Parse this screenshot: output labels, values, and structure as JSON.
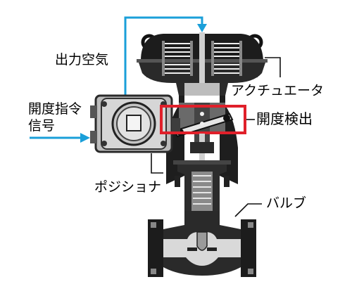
{
  "labels": {
    "output_air": "出力空気",
    "actuator": "アクチュエータ",
    "opening_command_line1": "開度指令",
    "opening_command_line2": "信号",
    "opening_detection": "開度検出",
    "positioner": "ポジショナ",
    "valve": "バルブ"
  },
  "colors": {
    "signal_arrow": "#1a9fd9",
    "highlight_box": "#e0202a",
    "body_dark": "#3a3a3a",
    "body_light": "#d9d9d9",
    "body_black": "#111111"
  },
  "icons": [
    "signal-arrow-icon",
    "output-air-arrow-icon"
  ]
}
